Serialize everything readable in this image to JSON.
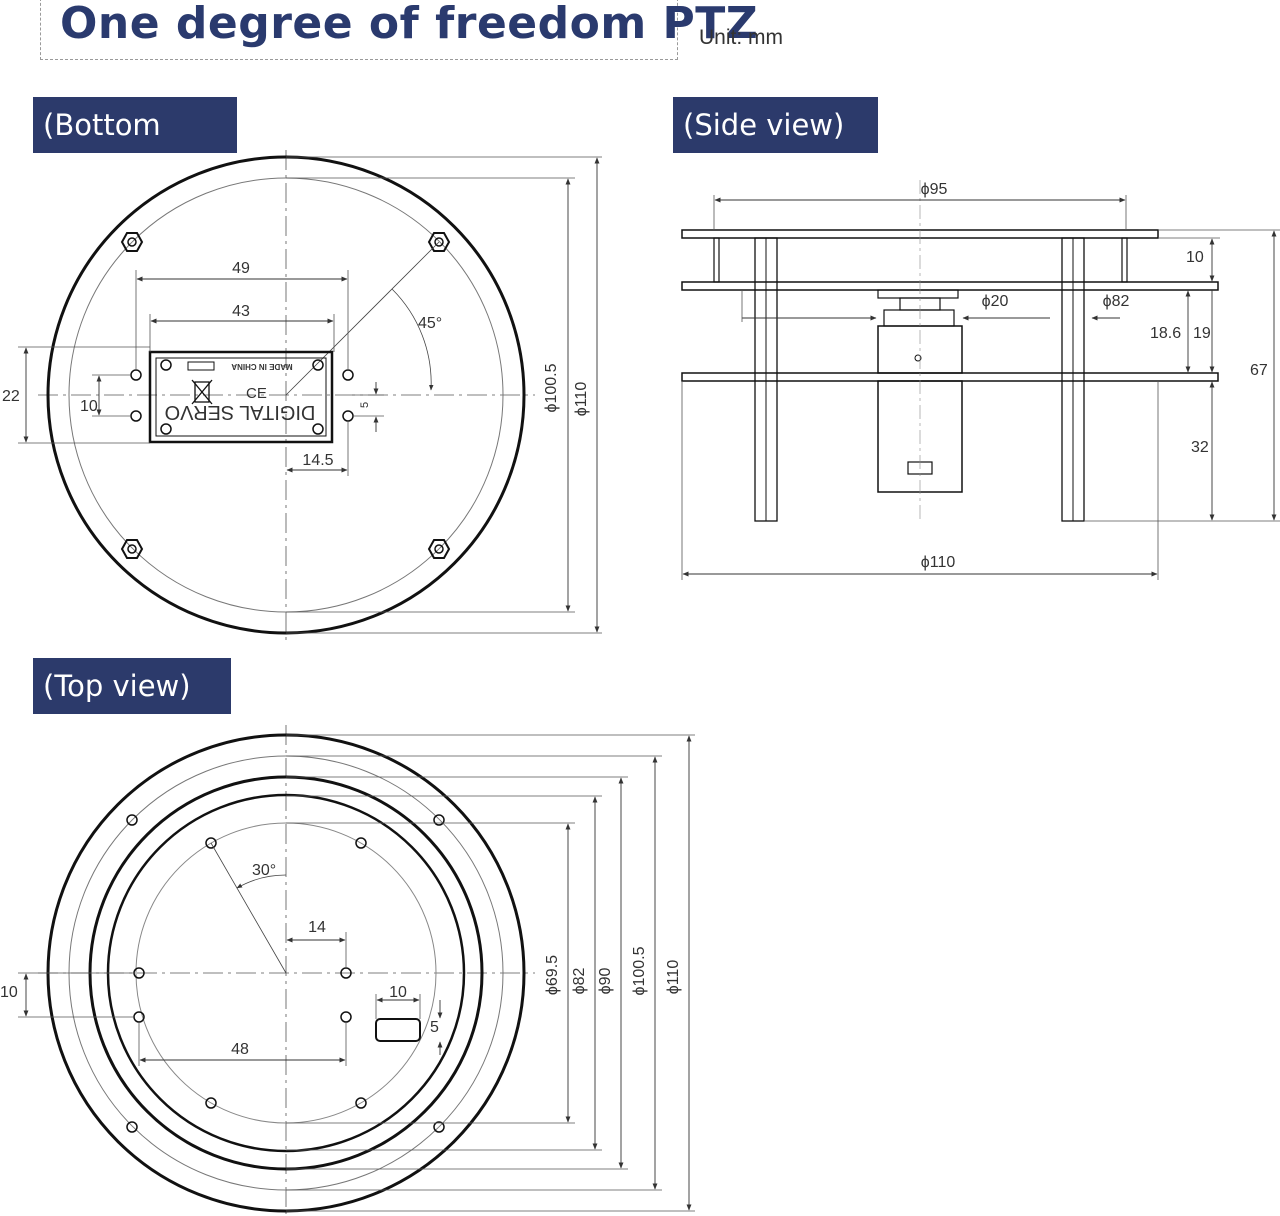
{
  "header": {
    "title": "One degree of freedom PTZ",
    "unit": "Unit: mm"
  },
  "views": {
    "bottom": {
      "label": "(Bottom view)",
      "servo_text_top": "MADE IN CHINA",
      "servo_text_main": "DIGITAL SERVO",
      "dims": {
        "w49": "49",
        "w43": "43",
        "angle45": "45°",
        "h22": "22",
        "h10": "10",
        "h5": "5",
        "w14_5": "14.5",
        "d100_5": "ϕ100.5",
        "d110": "ϕ110"
      }
    },
    "side": {
      "label": "(Side view)",
      "dims": {
        "d95": "ϕ95",
        "h10": "10",
        "d20": "ϕ20",
        "d82": "ϕ82",
        "h18_6": "18.6",
        "h19": "19",
        "h67": "67",
        "h32": "32",
        "d110": "ϕ110"
      }
    },
    "top": {
      "label": "(Top view)",
      "dims": {
        "angle30": "30°",
        "w14": "14",
        "w10": "10",
        "h5": "5",
        "w48": "48",
        "h10": "10",
        "d69_5": "ϕ69.5",
        "d82": "ϕ82",
        "d90": "ϕ90",
        "d100_5": "ϕ100.5",
        "d110": "ϕ110"
      }
    }
  },
  "colors": {
    "label_bg": "#2c3a6b",
    "title": "#2a3a6e",
    "line": "#1a1a1a"
  }
}
